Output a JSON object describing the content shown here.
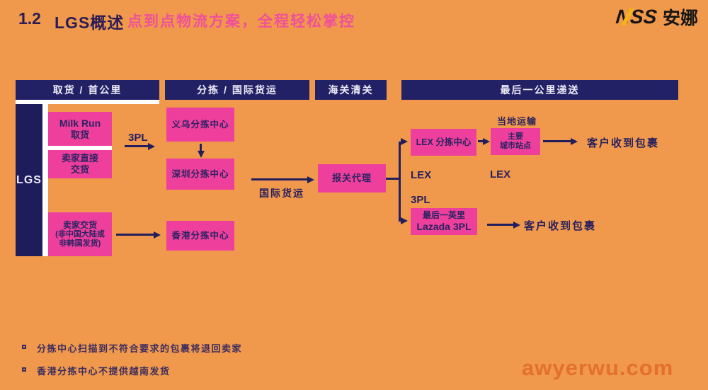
{
  "slide": {
    "title_number": "1.2",
    "title": "LGS概述",
    "subtitle": "点到点物流方案，全程轻松掌控"
  },
  "logo": {
    "brand": "NSS",
    "name": "安娜"
  },
  "columns": [
    {
      "label": "取货 / 首公里"
    },
    {
      "label": "分拣 / 国际货运"
    },
    {
      "label": "海关清关"
    },
    {
      "label": "最后一公里递送"
    }
  ],
  "lgs": {
    "label": "LGS"
  },
  "nodes": {
    "milk_run": {
      "line1": "Milk Run",
      "line2": "取货"
    },
    "seller_direct": {
      "line1": "卖家直接",
      "line2": "交货"
    },
    "seller_nonchina": {
      "line1": "卖家交货",
      "line2": "(非中国大陆或",
      "line3": "非韩国发货)"
    },
    "yiwu": {
      "label": "义乌分拣中心"
    },
    "shenzhen": {
      "label": "深圳分拣中心"
    },
    "hongkong": {
      "label": "香港分拣中心"
    },
    "customs": {
      "label": "报关代理"
    },
    "lex_center": {
      "label": "LEX 分拣中心"
    },
    "city_station": {
      "line1": "主要",
      "line2": "城市站点"
    },
    "lazada_3pl": {
      "line1": "最后一英里",
      "line2": "Lazada 3PL"
    }
  },
  "labels": {
    "first_mile_3pl": "3PL",
    "intl_freight": "国际货运",
    "branch_lex": "LEX",
    "branch_3pl": "3PL",
    "local_transport": "当地运输",
    "last_mile_lex": "LEX",
    "customer_received_top": "客户收到包裹",
    "customer_received_bottom": "客户收到包裹"
  },
  "notes": [
    {
      "text": "分拣中心扫描到不符合要求的包裹将退回卖家"
    },
    {
      "text": "香港分拣中心不提供越南发货"
    }
  ],
  "watermark": "awyerwu.com",
  "colors": {
    "background": "#F0994C",
    "navy_header": "#232166",
    "navy_bar": "#1F1C5C",
    "pink_box": "#EE3F9C",
    "title_text": "#2B1C55",
    "subtitle_pink": "#F0509A",
    "arrow_navy": "#221E5E",
    "logo_yellow": "#F4B21B",
    "watermark_orange": "#E26828"
  }
}
